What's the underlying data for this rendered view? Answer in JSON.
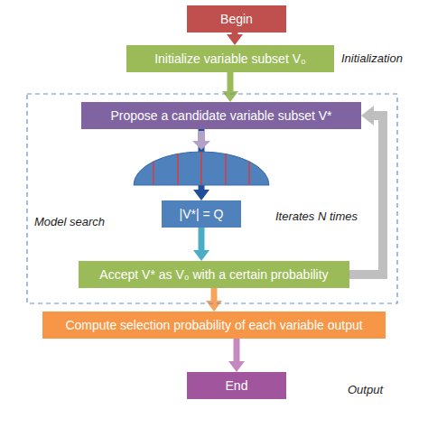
{
  "diagram": {
    "nodes": [
      {
        "text": [
          "Begin"
        ]
      },
      {
        "text": [
          "Initialize variable subset V₀"
        ]
      },
      {
        "text": [
          "Propose a candidate variable subset V*"
        ]
      },
      {
        "text": [
          "|V*| = Q"
        ]
      },
      {
        "text": [
          "Accept V* as V₀ with a certain probability"
        ]
      },
      {
        "text": [
          "Compute selection probability of each variable output"
        ]
      },
      {
        "text": [
          "End"
        ]
      }
    ],
    "edges": [
      {
        "from": 0,
        "to": 1,
        "arrow": "to"
      },
      {
        "from": 1,
        "to": 2,
        "arrow": "to"
      },
      {
        "from": 2,
        "to": 3,
        "arrow": "to"
      },
      {
        "from": 3,
        "to": 4,
        "arrow": "to"
      },
      {
        "from": 4,
        "to": 2,
        "arrow": "to"
      },
      {
        "from": 4,
        "to": 5,
        "arrow": "to"
      },
      {
        "from": 5,
        "to": 6,
        "arrow": "to"
      }
    ],
    "labels": [
      "Initialization",
      "Model search",
      "Iterates N times",
      "Output"
    ]
  }
}
